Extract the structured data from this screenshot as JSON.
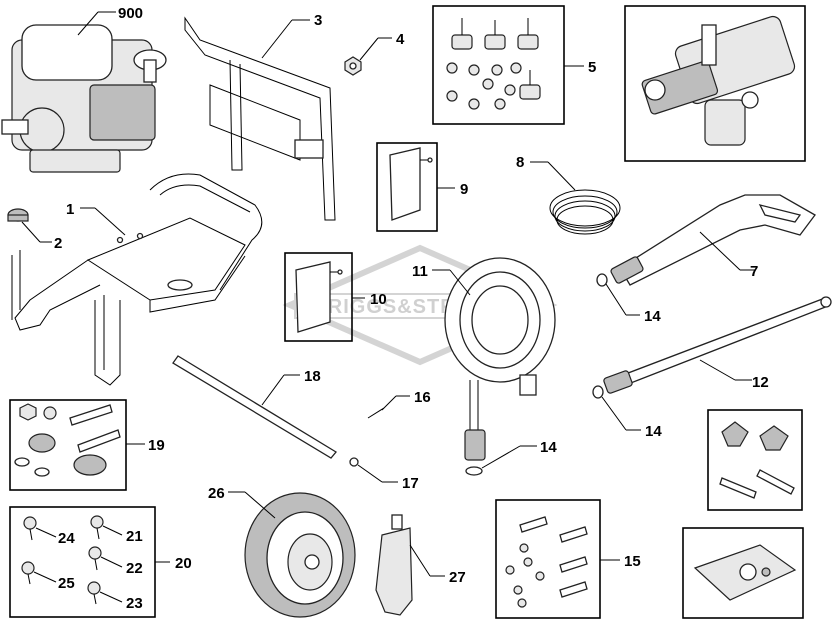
{
  "watermark": "BRIGGS&STRATTON",
  "callouts": {
    "c900": "900",
    "c1": "1",
    "c2": "2",
    "c3": "3",
    "c4": "4",
    "c5": "5",
    "c7": "7",
    "c8": "8",
    "c9": "9",
    "c10": "10",
    "c11": "11",
    "c12": "12",
    "c14a": "14",
    "c14b": "14",
    "c14c": "14",
    "c15": "15",
    "c16": "16",
    "c17": "17",
    "c18": "18",
    "c19": "19",
    "c20": "20",
    "c21": "21",
    "c22": "22",
    "c23": "23",
    "c24": "24",
    "c25": "25",
    "c26": "26",
    "c27": "27"
  }
}
